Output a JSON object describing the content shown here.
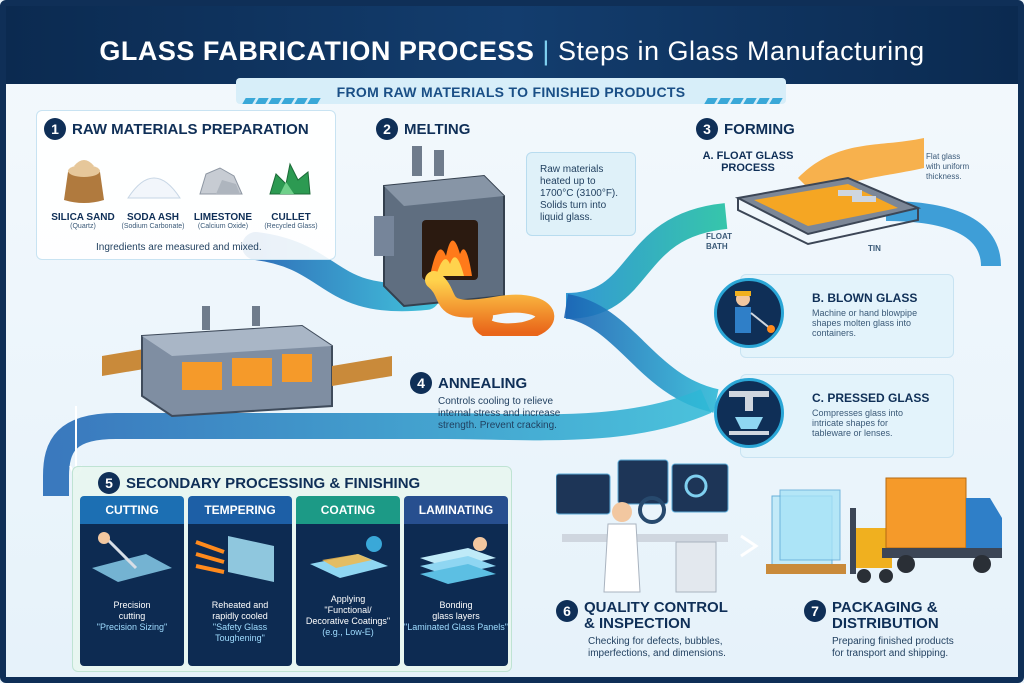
{
  "header": {
    "title": "GLASS FABRICATION PROCESS",
    "title_sep": "|",
    "title_sub": "Steps in Glass Manufacturing",
    "subtitle": "FROM RAW MATERIALS TO FINISHED PRODUCTS"
  },
  "step1": {
    "num": "1",
    "title": "RAW MATERIALS PREPARATION",
    "items": [
      {
        "name": "SILICA SAND",
        "sub": "(Quartz)"
      },
      {
        "name": "SODA ASH",
        "sub": "(Sodium Carbonate)"
      },
      {
        "name": "LIMESTONE",
        "sub": "(Calcium Oxide)"
      },
      {
        "name": "CULLET",
        "sub": "(Recycled Glass)"
      }
    ],
    "note": "Ingredients are measured and mixed."
  },
  "step2": {
    "num": "2",
    "title": "MELTING",
    "note_lines": [
      "Raw materials",
      "heated up to",
      "1700°C (3100°F).",
      "Solids turn into",
      "liquid glass."
    ]
  },
  "step3": {
    "num": "3",
    "title": "FORMING",
    "float_title_lines": [
      "A. FLOAT GLASS",
      "PROCESS"
    ],
    "float_note_lines": [
      "Flat glass",
      "with uniform",
      "thickness."
    ],
    "float_bath_lines": [
      "FLOAT",
      "BATH"
    ],
    "tin_label": "TIN",
    "blown_title": "B. BLOWN GLASS",
    "blown_note_lines": [
      "Machine or hand blowpipe",
      "shapes molten glass into",
      "containers."
    ],
    "pressed_title": "C. PRESSED GLASS",
    "pressed_note_lines": [
      "Compresses glass into",
      "intricate shapes for",
      "tableware or lenses."
    ]
  },
  "step4": {
    "num": "4",
    "title": "ANNEALING",
    "note_lines": [
      "Controls cooling to relieve",
      "internal stress and increase",
      "strength. Prevent cracking."
    ]
  },
  "step5": {
    "num": "5",
    "title": "SECONDARY PROCESSING & FINISHING",
    "cards": [
      {
        "header": "CUTTING",
        "color": "#1c6fb3",
        "lines": [
          "Precision",
          "cutting"
        ],
        "quote": "\"Precision Sizing\""
      },
      {
        "header": "TEMPERING",
        "color": "#1d5fa6",
        "lines": [
          "Reheated and",
          "rapidly cooled"
        ],
        "quote": "\"Safety Glass Toughening\""
      },
      {
        "header": "COATING",
        "color": "#1c9a86",
        "lines": [
          "Applying",
          "\"Functional/",
          "Decorative Coatings\""
        ],
        "quote": "(e.g., Low-E)"
      },
      {
        "header": "LAMINATING",
        "color": "#274f8f",
        "lines": [
          "Bonding",
          "glass layers"
        ],
        "quote": "\"Laminated Glass Panels\""
      }
    ]
  },
  "step6": {
    "num": "6",
    "title_lines": [
      "QUALITY CONTROL",
      "& INSPECTION"
    ],
    "note_lines": [
      "Checking for defects, bubbles,",
      "imperfections, and dimensions."
    ]
  },
  "step7": {
    "num": "7",
    "title_lines": [
      "PACKAGING &",
      "DISTRIBUTION"
    ],
    "note_lines": [
      "Preparing finished products",
      "for transport and shipping."
    ]
  },
  "colors": {
    "navy": "#0f2f57",
    "flow_blue": "#1f78c8",
    "flow_teal": "#20b8a8",
    "molten": "#f39a1c"
  }
}
